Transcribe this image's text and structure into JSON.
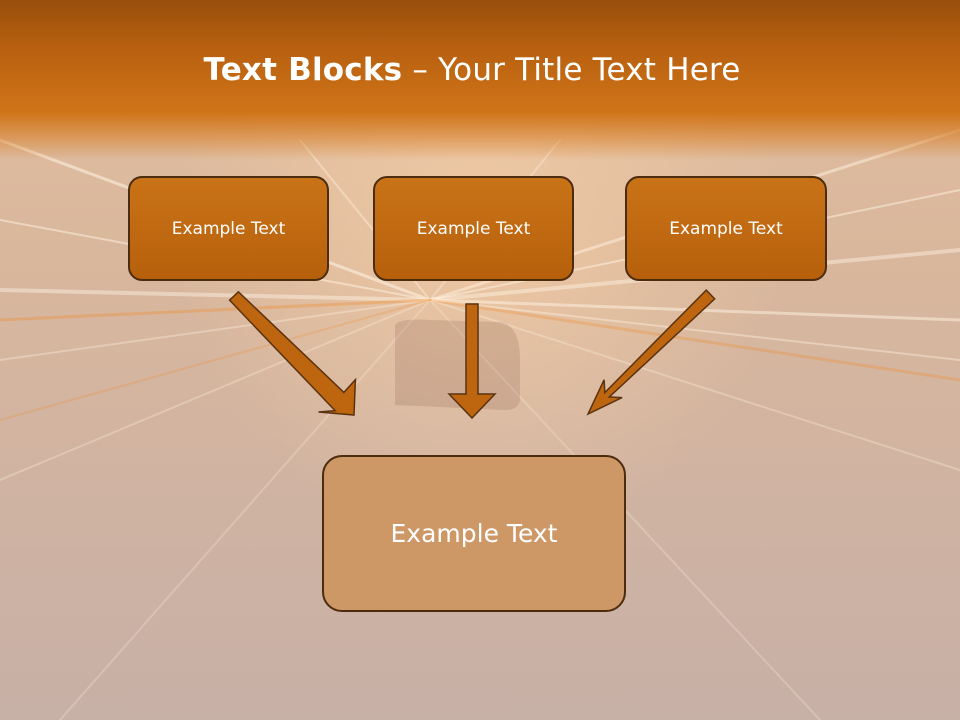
{
  "slide": {
    "title_bold": "Text Blocks",
    "title_rest": " – Your Title Text Here",
    "top_blocks": [
      {
        "label": "Example Text"
      },
      {
        "label": "Example Text"
      },
      {
        "label": "Example Text"
      }
    ],
    "bottom_block": {
      "label": "Example Text"
    }
  },
  "colors": {
    "header": "#c2680f",
    "block_fill": "#bd660f",
    "block_border": "#4c2c0e",
    "bottom_block_fill": "#cd9766",
    "arrow_fill": "#bd660f"
  }
}
